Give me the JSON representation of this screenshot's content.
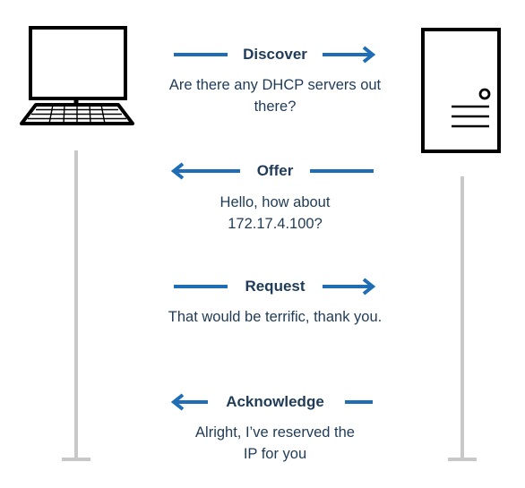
{
  "colors": {
    "arrow": "#1f6db5",
    "device_stroke": "#000000",
    "lifeline": "#c8c8c8",
    "text": "#1f3b57"
  },
  "nodes": {
    "client": {
      "icon": "computer-icon"
    },
    "server": {
      "icon": "server-icon"
    }
  },
  "steps": [
    {
      "label": "Discover",
      "direction": "to-server",
      "message": "Are there any DHCP servers out there?"
    },
    {
      "label": "Offer",
      "direction": "to-client",
      "message": "Hello, how about 172.17.4.100?"
    },
    {
      "label": "Request",
      "direction": "to-server",
      "message": "That would be terrific, thank you."
    },
    {
      "label": "Acknowledge",
      "direction": "to-client",
      "message": "Alright, I’ve reserved the IP for you"
    }
  ]
}
